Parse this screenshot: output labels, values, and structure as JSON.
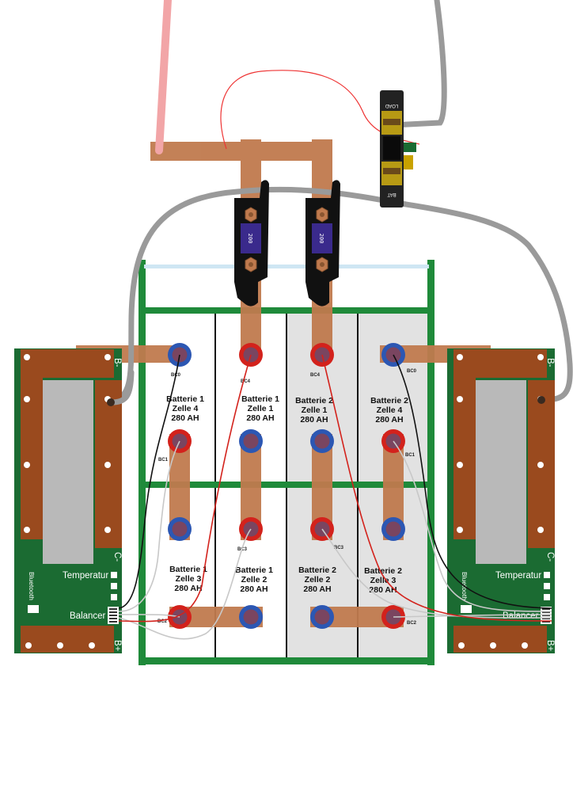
{
  "cells": [
    {
      "line1": "Batterie 1",
      "line2": "Zelle 4",
      "line3": "280 AH"
    },
    {
      "line1": "Batterie 1",
      "line2": "Zelle 1",
      "line3": "280 AH"
    },
    {
      "line1": "Batterie 2",
      "line2": "Zelle 1",
      "line3": "280 AH"
    },
    {
      "line1": "Batterie 2",
      "line2": "Zelle 4",
      "line3": "280 AH"
    },
    {
      "line1": "Batterie 1",
      "line2": "Zelle 3",
      "line3": "280 AH"
    },
    {
      "line1": "Batterie 1",
      "line2": "Zelle 2",
      "line3": "280 AH"
    },
    {
      "line1": "Batterie 2",
      "line2": "Zelle 2",
      "line3": "280 AH"
    },
    {
      "line1": "Batterie 2",
      "line2": "Zelle 3",
      "line3": "280 AH"
    }
  ],
  "balancer_tags": {
    "bc0": "BC0",
    "bc1": "BC1",
    "bc2": "BC2",
    "bc3": "BC3",
    "bc4": "BC4"
  },
  "bms": {
    "b_minus": "B-",
    "b_plus": "B+",
    "c_minus": "C-",
    "temperatur": "Temperatur",
    "bluetooth": "Bluetooth",
    "balancer": "Balancer"
  },
  "fuses": {
    "rating": "200"
  },
  "switch": {
    "top_label": "LOAD",
    "bottom_label": "BAT"
  },
  "colors": {
    "copper": "#c07a4e",
    "bms_board": "#1b6b32",
    "bms_pad": "#9a4a1e",
    "terminal_positive": "#d3221c",
    "terminal_negative": "#2c57b3",
    "frame": "#1f8a3a",
    "cable_gray": "#9a9a9a",
    "cable_red": "#f2a5a7",
    "fuse_body": "#3a2a8c"
  }
}
